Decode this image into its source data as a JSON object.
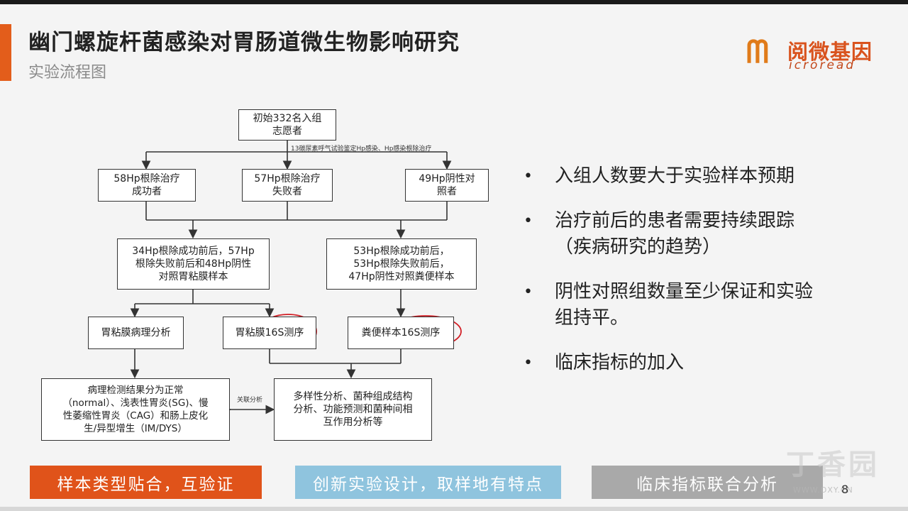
{
  "header": {
    "title": "幽门螺旋杆菌感染对胃肠道微生物影响研究",
    "subtitle": "实验流程图"
  },
  "logo": {
    "mark": "ᗰ",
    "cn": "阅微基因",
    "en": "icroread"
  },
  "flowchart": {
    "nodes": {
      "start": [
        "初始332名入组",
        "志愿者"
      ],
      "hp_success": [
        "58Hp根除治疗",
        "成功者"
      ],
      "hp_fail": [
        "57Hp根除治疗",
        "失败者"
      ],
      "hp_negative": [
        "49Hp阴性对",
        "照者"
      ],
      "gastric_samples": [
        "34Hp根除成功前后，57Hp",
        "根除失败前后和48Hp阴性",
        "对照胃粘膜样本"
      ],
      "fecal_samples": [
        "53Hp根除成功前后，",
        "53Hp根除失败前后，",
        "47Hp阴性对照粪便样本"
      ],
      "pathology": [
        "胃粘膜病理分析"
      ],
      "gastric_16s": [
        "胃粘膜16S测序"
      ],
      "fecal_16s": [
        "粪便样本16S测序"
      ],
      "pathology_result": [
        "病理检测结果分为正常",
        "（normal）、浅表性胃炎(SG)、慢",
        "性萎缩性胃炎（CAG）和肠上皮化",
        "生/异型增生（IM/DYS）"
      ],
      "analysis": [
        "多样性分析、菌种组成结构",
        "分析、功能预测和菌种间相",
        "互作用分析等"
      ]
    },
    "edge_labels": {
      "screening": "13碳尿素呼气试验鉴定Hp感染、Hp感染根除治疗",
      "association": "关联分析"
    }
  },
  "bullets": [
    [
      "入组人数要大于实验样本预期"
    ],
    [
      "治疗前后的患者需要持续跟踪",
      "（疾病研究的趋势）"
    ],
    [
      "阴性对照组数量至少保证和实验",
      "组持平。"
    ],
    [
      "临床指标的加入"
    ]
  ],
  "bullet_char": "•",
  "footer_buttons": [
    {
      "label": "样本类型贴合，互验证",
      "color": "#e0531a"
    },
    {
      "label": "创新实验设计，取样地有特点",
      "color": "#8fc4de"
    },
    {
      "label": "临床指标联合分析",
      "color": "#a9a9a9"
    }
  ],
  "page_number": "8",
  "watermark": {
    "text": "丁香园",
    "url": "WWW.DXY.CN"
  },
  "colors": {
    "accent": "#e35d1b",
    "annotation": "#d21f26"
  }
}
